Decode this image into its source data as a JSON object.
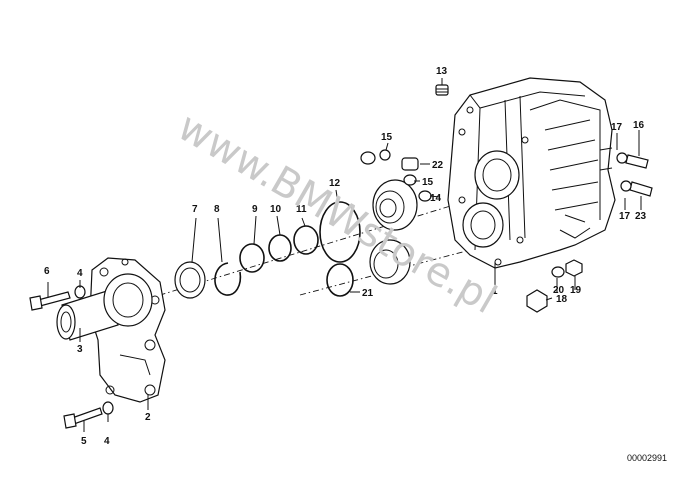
{
  "diagram": {
    "watermark": "www.BMWstore.pl",
    "part_number": "00002991",
    "callouts": [
      "1",
      "2",
      "3",
      "4",
      "4",
      "5",
      "6",
      "7",
      "8",
      "9",
      "10",
      "11",
      "12",
      "13",
      "14",
      "15",
      "15",
      "16",
      "17",
      "17",
      "18",
      "19",
      "20",
      "21",
      "22",
      "23"
    ]
  }
}
